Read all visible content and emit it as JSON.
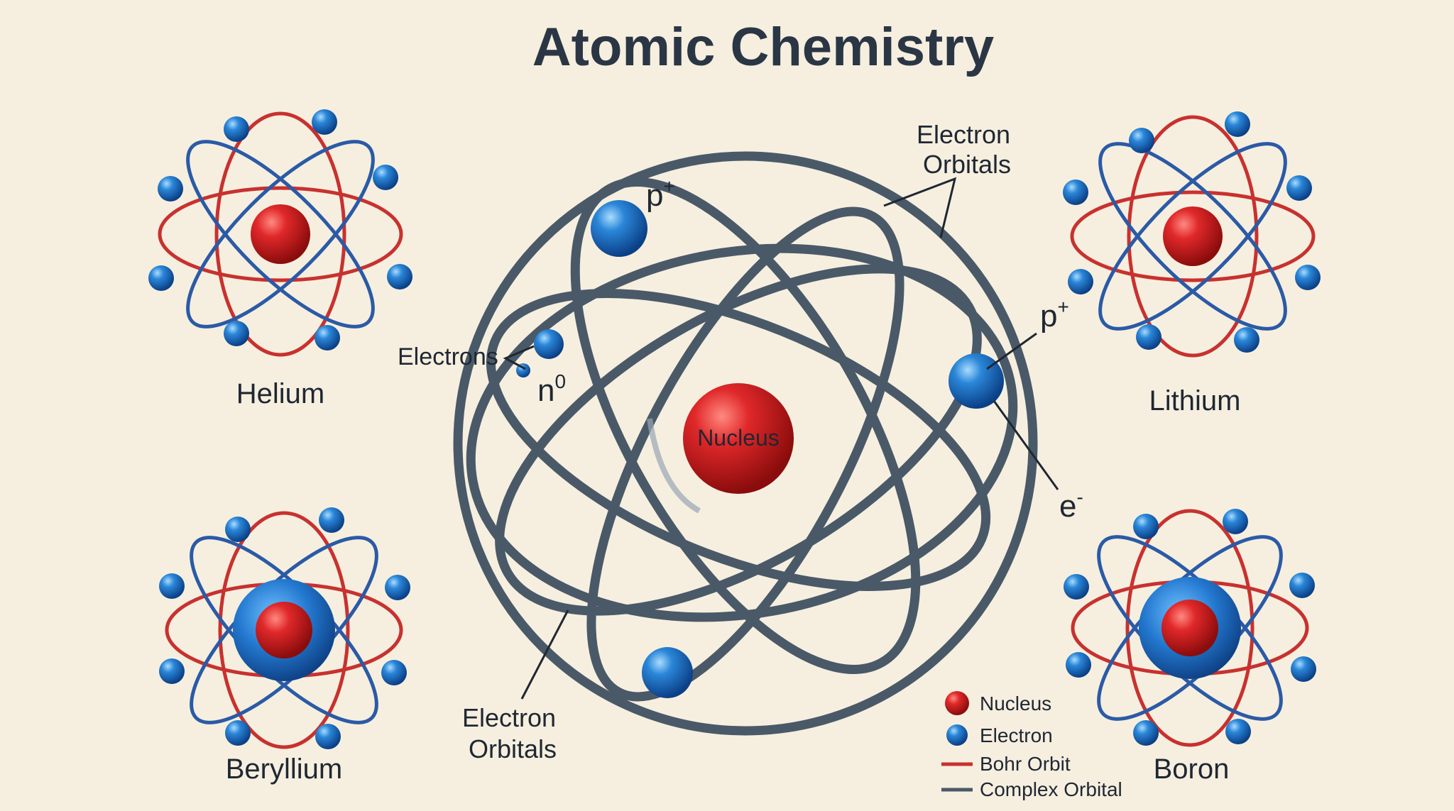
{
  "title": "Atomic Chemistry",
  "main_atom": {
    "nucleus_label": "Nucleus",
    "proton_label": "p",
    "proton_charge": "+",
    "neutron_label": "n",
    "neutron_charge": "0",
    "electron_label": "e",
    "electron_charge": "-",
    "electrons_label": "Electrons",
    "orbitals_label_top": [
      "Electron",
      "Orbitals"
    ],
    "orbitals_label_bottom": [
      "Electron",
      "Orbitals"
    ]
  },
  "elements": [
    {
      "name": "Helium"
    },
    {
      "name": "Lithium"
    },
    {
      "name": "Beryllium"
    },
    {
      "name": "Boron"
    }
  ],
  "legend": [
    {
      "label": "Nucleus",
      "kind": "nucleus",
      "color": "#cc1f1f"
    },
    {
      "label": "Electron",
      "kind": "electron",
      "color": "#1e73c8"
    },
    {
      "label": "Bohr Orbit",
      "kind": "line",
      "color": "#c8312f"
    },
    {
      "label": "Complex Orbital",
      "kind": "line",
      "color": "#4a5968"
    }
  ],
  "colors": {
    "background": "#f6efdf",
    "title": "#2b3645",
    "orbital": "#4a5968",
    "bohr_orbit": "#c8312f",
    "electron_blue": "#1e73c8",
    "nucleus_red": "#cc1f1f"
  }
}
